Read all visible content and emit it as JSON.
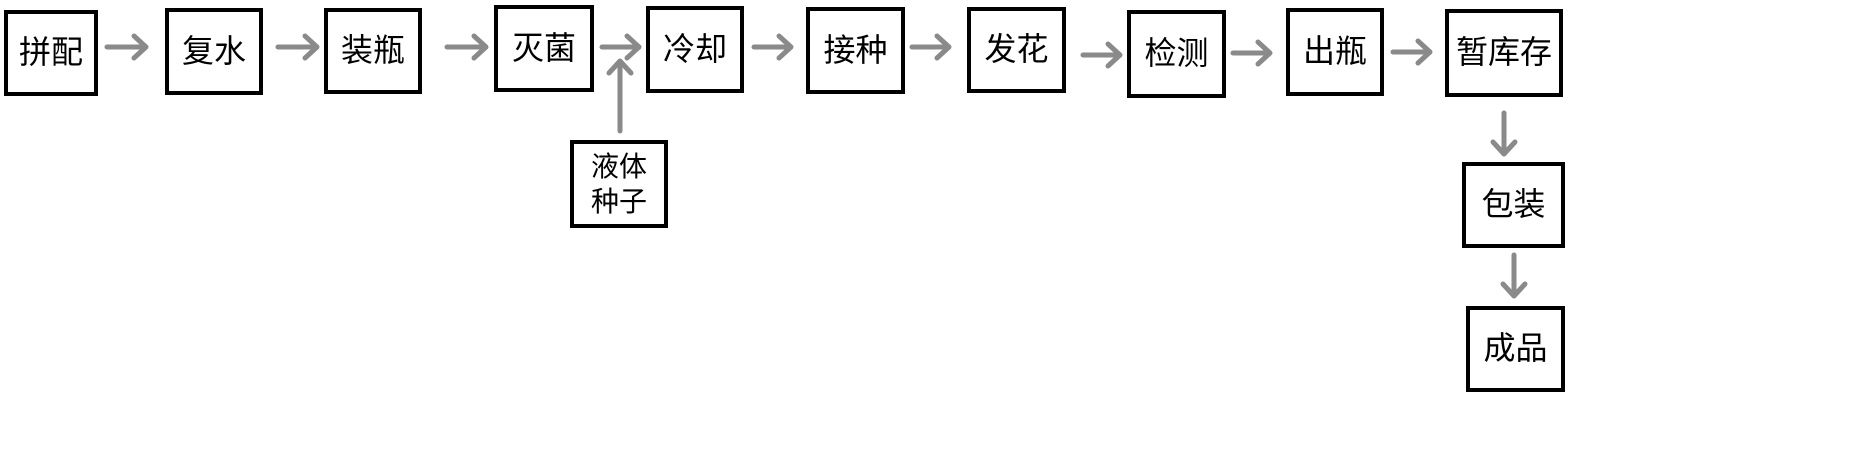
{
  "diagram": {
    "nodes": {
      "pinpei": "拼配",
      "fushui": "复水",
      "zhuangping": "装瓶",
      "miejun": "灭菌",
      "lengque": "冷却",
      "jiezhong": "接种",
      "fahua": "发花",
      "jiance": "检测",
      "chuping": "出瓶",
      "zankucun": "暂库存",
      "baozhuang": "包装",
      "chengpin": "成品",
      "yeti_line1": "液体",
      "yeti_line2": "种子"
    },
    "arrow_color": "#8a8a8a",
    "border_color": "#000000"
  }
}
